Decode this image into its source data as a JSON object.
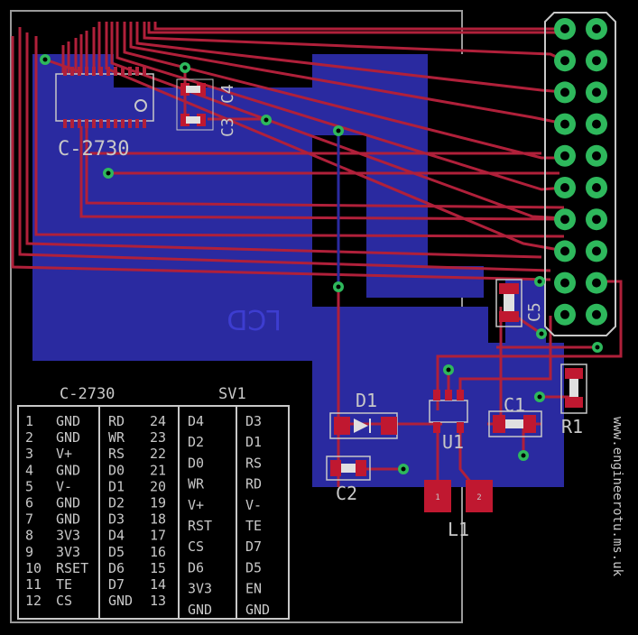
{
  "labels": {
    "connector_part": "C-2730",
    "display_text": "LCD",
    "ic_label": "U1",
    "inductor_label": "L1",
    "header_label": "SV1",
    "diode_label": "D1",
    "url_text": "www.engineerotu.ms.uk",
    "components": [
      "C3",
      "C4",
      "C5",
      "C1",
      "C2",
      "R1"
    ]
  },
  "pin_table": {
    "left_title": "C-2730",
    "right_title": "SV1",
    "col1": [
      {
        "num": "1",
        "name": "GND"
      },
      {
        "num": "2",
        "name": "GND"
      },
      {
        "num": "3",
        "name": "V+"
      },
      {
        "num": "4",
        "name": "GND"
      },
      {
        "num": "5",
        "name": "V-"
      },
      {
        "num": "6",
        "name": "GND"
      },
      {
        "num": "7",
        "name": "GND"
      },
      {
        "num": "8",
        "name": "3V3"
      },
      {
        "num": "9",
        "name": "3V3"
      },
      {
        "num": "10",
        "name": "RSET"
      },
      {
        "num": "11",
        "name": "TE"
      },
      {
        "num": "12",
        "name": "CS"
      }
    ],
    "col2": [
      {
        "num": "24",
        "name": "RD"
      },
      {
        "num": "23",
        "name": "WR"
      },
      {
        "num": "22",
        "name": "RS"
      },
      {
        "num": "21",
        "name": "D0"
      },
      {
        "num": "20",
        "name": "D1"
      },
      {
        "num": "19",
        "name": "D2"
      },
      {
        "num": "18",
        "name": "D3"
      },
      {
        "num": "17",
        "name": "D4"
      },
      {
        "num": "16",
        "name": "D5"
      },
      {
        "num": "15",
        "name": "D6"
      },
      {
        "num": "14",
        "name": "D7"
      },
      {
        "num": "13",
        "name": "GND"
      }
    ],
    "col3": [
      "D4",
      "D2",
      "D0",
      "WR",
      "V+",
      "RST",
      "CS",
      "D6",
      "3V3",
      "GND"
    ],
    "col4": [
      "D3",
      "D1",
      "RS",
      "RD",
      "V-",
      "TE",
      "D7",
      "D5",
      "EN",
      "GND"
    ]
  },
  "colors": {
    "background": "#000000",
    "copper_bottom": "#2a2aa0",
    "copper_top": "#b0203a",
    "via": "#2eb85c",
    "silkscreen": "#c8c8c8",
    "pad": "#c01830",
    "pad_white": "#e0e0e0",
    "board_outline": "#9a9a9a"
  },
  "icons": [
    "via-icon",
    "pad-icon",
    "origin-cross-icon",
    "diode-symbol-icon"
  ]
}
